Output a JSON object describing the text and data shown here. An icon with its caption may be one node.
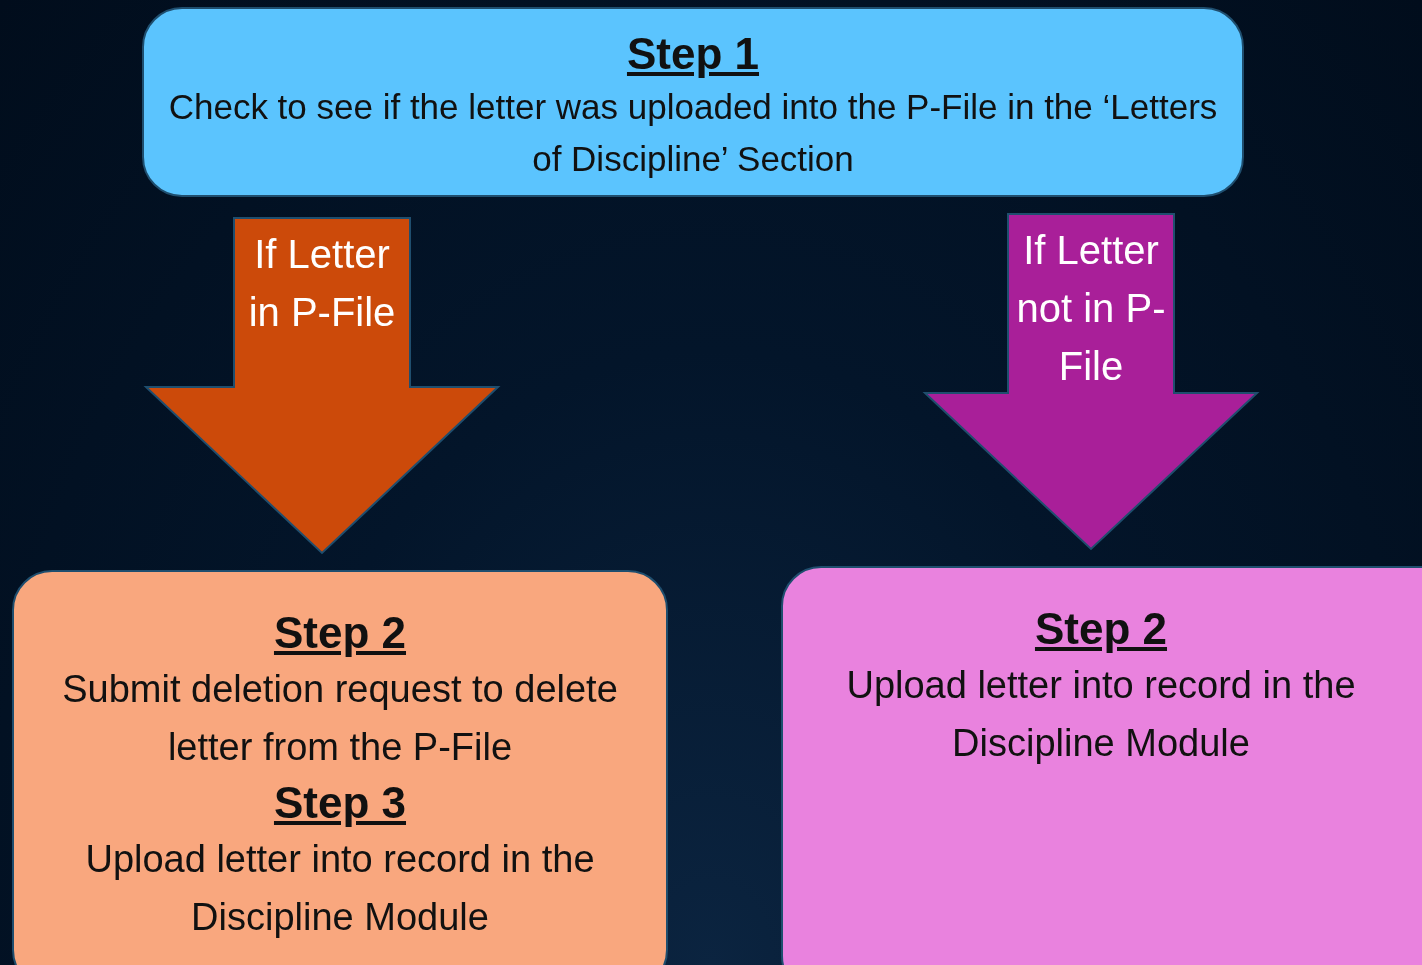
{
  "diagram": {
    "nodes": [
      {
        "text": [
          "Step 1",
          "Check to see if the letter was uploaded into the P-File in the ‘Letters of Discipline’ Section"
        ]
      },
      {
        "text": [
          "Step 2",
          "Submit deletion request to delete letter from the P-File",
          "Step 3",
          "Upload letter into record in the Discipline Module"
        ]
      },
      {
        "text": [
          "Step 2",
          "Upload letter into record in the Discipline Module"
        ]
      }
    ],
    "edges": [
      {
        "from": 0,
        "to": 1,
        "arrow": "to",
        "label": "If Letter in P-File",
        "style": "thick",
        "color": "#cc4a0a"
      },
      {
        "from": 0,
        "to": 2,
        "arrow": "to",
        "label": "If Letter not in P-File",
        "style": "thick",
        "color": "#a91f99"
      }
    ]
  }
}
